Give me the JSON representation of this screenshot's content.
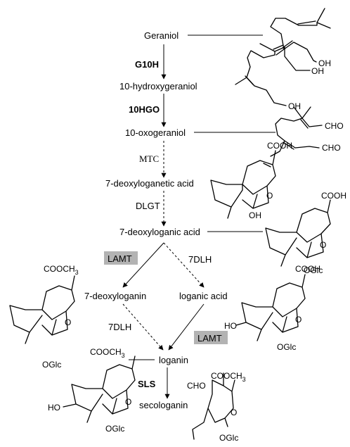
{
  "compounds": {
    "geraniol": "Geraniol",
    "hydroxygeraniol": "10-hydroxygeraniol",
    "oxogeraniol": "10-oxogeraniol",
    "deoxyloganetic_acid": "7-deoxyloganetic acid",
    "deoxyloganic_acid": "7-deoxyloganic acid",
    "deoxyloganin": "7-deoxyloganin",
    "loganic_acid": "loganic acid",
    "loganin": "loganin",
    "secologanin": "secologanin"
  },
  "enzymes": {
    "g10h": "G10H",
    "hgo": "10HGO",
    "mtc": "MTC",
    "dlgt": "DLGT",
    "lamt_left": "LAMT",
    "dlh_right": "7DLH",
    "dlh_left": "7DLH",
    "lamt_right": "LAMT",
    "sls": "SLS"
  },
  "groups": {
    "oh": "OH",
    "cho": "CHO",
    "cooh": "COOH",
    "cooch3": "COOCH",
    "sub3": "3",
    "ring_o": "O",
    "oglc": "OGlc",
    "ho": "HO"
  },
  "colors": {
    "lamt_box": "#b3b3b3",
    "ink": "#000000"
  }
}
